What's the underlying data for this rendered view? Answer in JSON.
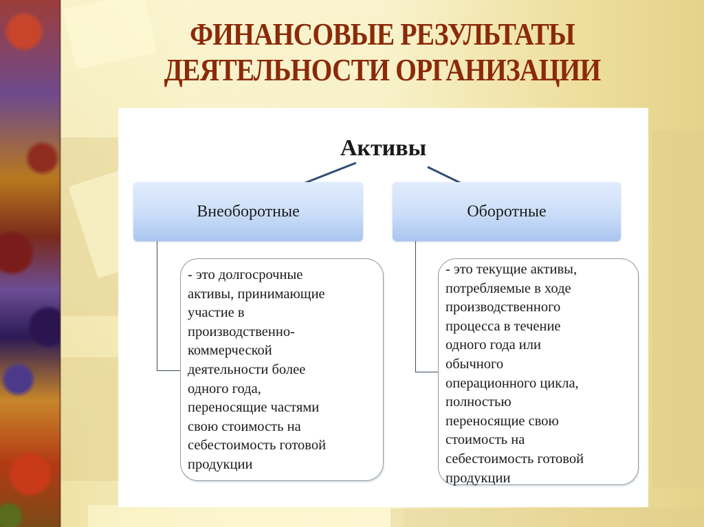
{
  "slide": {
    "title_lines": [
      "ФИНАНСОВЫЕ РЕЗУЛЬТАТЫ",
      "ДЕЯТЕЛЬНОСТИ ОРГАНИЗАЦИИ"
    ],
    "colors": {
      "title": "#8b2a0a",
      "background": "#f4eab8",
      "header_box_top": "#e1ecfd",
      "header_box_bottom": "#a9c6f1",
      "arrow": "#2f4e72"
    }
  },
  "diagram": {
    "root": {
      "label": "Активы"
    },
    "branches": [
      {
        "label": "Внеоборотные",
        "description_lines": [
          "- это долгосрочные",
          "активы, принимающие",
          "участие в",
          "производственно-",
          "коммерческой",
          "деятельности более",
          "одного года,",
          "переносящие частями",
          "свою стоимость на",
          "себестоимость готовой",
          "продукции"
        ]
      },
      {
        "label": "Оборотные",
        "description_lines": [
          "- это текущие активы,",
          "потребляемые в ходе",
          "производственного",
          "процесса в течение",
          "одного года или",
          "обычного",
          "операционного цикла,",
          "полностью",
          "переносящие свою",
          "стоимость на",
          "себестоимость готовой",
          "продукции"
        ]
      }
    ]
  }
}
